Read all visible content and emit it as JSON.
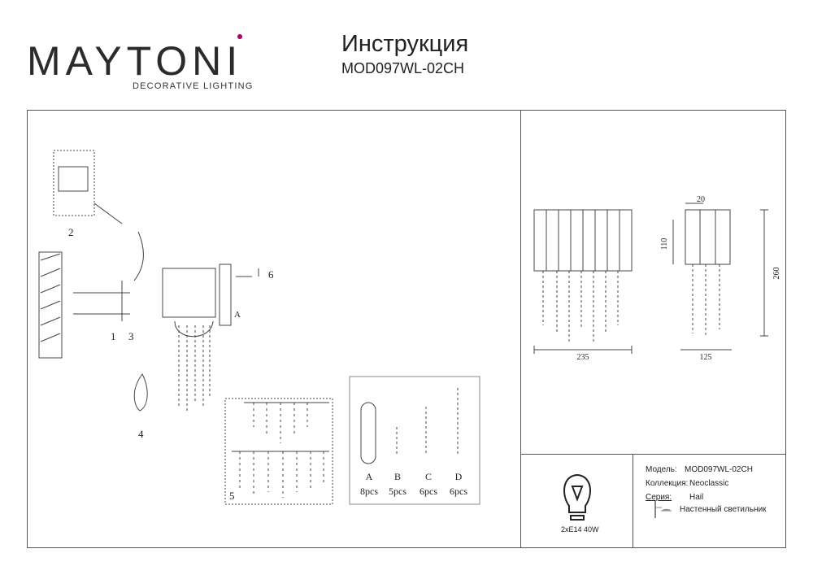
{
  "header": {
    "brand": "MAYTONI",
    "brand_tagline": "DECORATIVE LIGHTING",
    "title": "Инструкция",
    "model": "MOD097WL-02CH"
  },
  "assembly": {
    "labels": [
      "1",
      "2",
      "3",
      "4",
      "5",
      "6",
      "A"
    ]
  },
  "parts": [
    {
      "letter": "A",
      "qty": "8pcs"
    },
    {
      "letter": "B",
      "qty": "5pcs"
    },
    {
      "letter": "C",
      "qty": "6pcs"
    },
    {
      "letter": "D",
      "qty": "6pcs"
    }
  ],
  "dimensions": {
    "width_front": "235",
    "width_side": "125",
    "depth_top": "20",
    "body_height": "110",
    "total_height": "260"
  },
  "power": {
    "spec": "2xE14 40W",
    "icon": "lightbulb-icon"
  },
  "info": {
    "model_label": "Модель:",
    "model_value": "MOD097WL-02CH",
    "collection_label": "Коллекция:",
    "collection_value": "Neoclassic",
    "series_label": "Серия:",
    "series_value": "Hail",
    "type": "Настенный светильник",
    "type_icon": "wall-lamp-icon"
  },
  "colors": {
    "brand_accent": "#b0006a",
    "line": "#555555"
  }
}
